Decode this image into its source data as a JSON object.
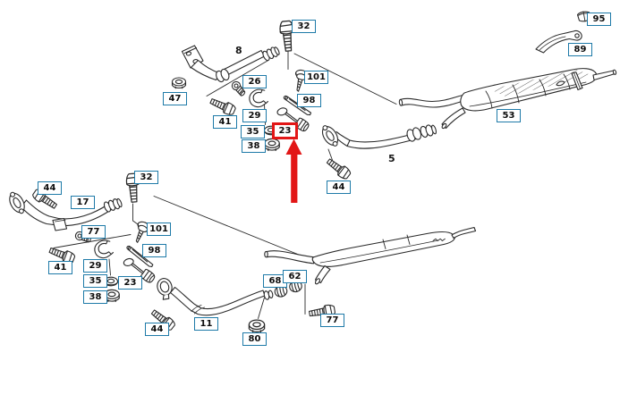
{
  "colors": {
    "callout_border": "#1e7aa8",
    "callout_text": "#0c0c0c",
    "highlight": "#e21717",
    "line_art": "#2a2a2a",
    "background": "#ffffff"
  },
  "top_assembly": {
    "callouts": [
      {
        "label": "32"
      },
      {
        "label": "26"
      },
      {
        "label": "101"
      },
      {
        "label": "47"
      },
      {
        "label": "98"
      },
      {
        "label": "29"
      },
      {
        "label": "41"
      },
      {
        "label": "35"
      },
      {
        "label": "23",
        "highlighted": true
      },
      {
        "label": "38"
      },
      {
        "label": "53"
      },
      {
        "label": "95"
      },
      {
        "label": "89"
      },
      {
        "label": "44"
      }
    ],
    "plain_labels": [
      {
        "label": "8"
      },
      {
        "label": "5"
      }
    ]
  },
  "bottom_assembly": {
    "callouts": [
      {
        "label": "44"
      },
      {
        "label": "32"
      },
      {
        "label": "17"
      },
      {
        "label": "77"
      },
      {
        "label": "101"
      },
      {
        "label": "98"
      },
      {
        "label": "41"
      },
      {
        "label": "29"
      },
      {
        "label": "35"
      },
      {
        "label": "23"
      },
      {
        "label": "38"
      },
      {
        "label": "44"
      },
      {
        "label": "11"
      },
      {
        "label": "80"
      },
      {
        "label": "68"
      },
      {
        "label": "62"
      },
      {
        "label": "77"
      }
    ]
  },
  "highlight_indicator": {
    "target_callout": "23",
    "shape": "red box with upward red arrow"
  }
}
